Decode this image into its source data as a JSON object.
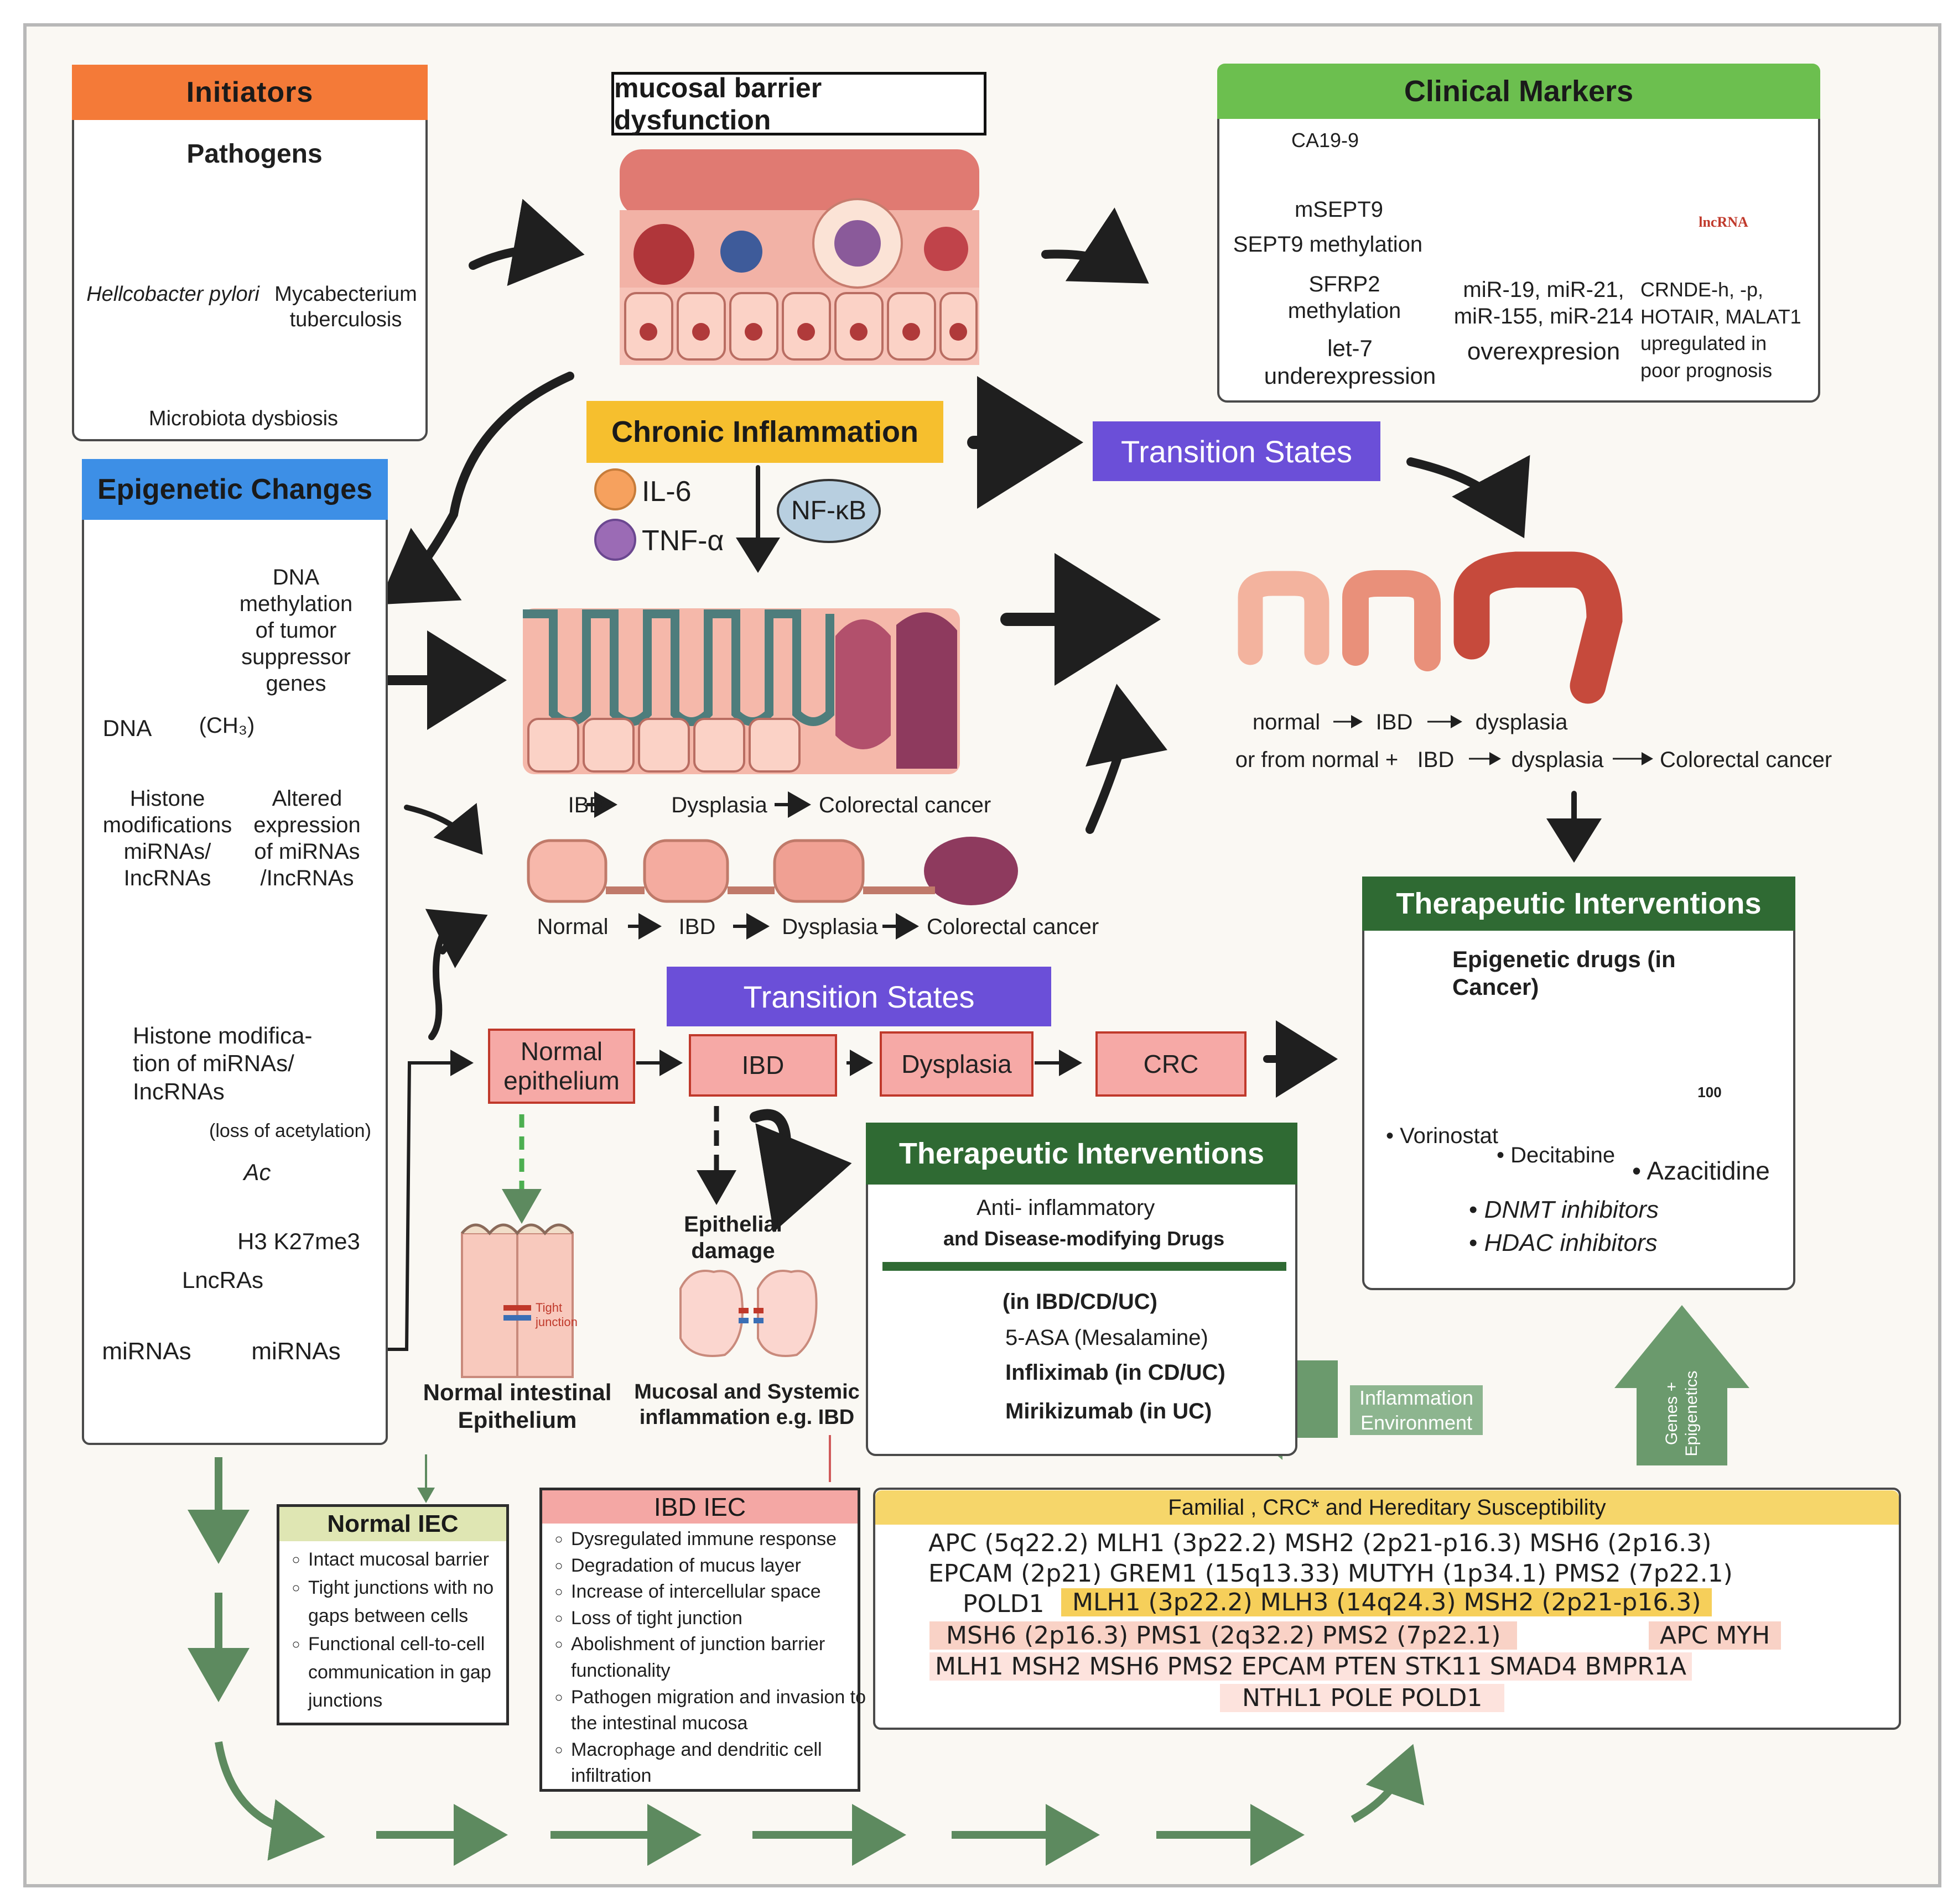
{
  "initiators": {
    "header": "Initiators",
    "pathogens_title": "Pathogens",
    "helicobacter": "Hellcobacter pylori",
    "mycobacterium": "Mycabecterium tuberculosis",
    "microbiota": "Microbiota dysbiosis"
  },
  "barrier": {
    "title": "mucosal barrier dysfunction"
  },
  "clinical": {
    "header": "Clinical Markers",
    "ca199": "CA19-9",
    "msept9": "mSEPT9",
    "sept9": "SEPT9 methylation",
    "sfrp2": "SFRP2 methylation",
    "let7": "let-7 underexpression",
    "mirs": "miR-19, miR-21, miR-155, miR-214",
    "overexpr": "overexpresion",
    "lncrna_text": "CRNDE-h, -p, HOTAIR, MALAT1 upregulated in poor prognosis",
    "lncrna_tag": "lncRNA"
  },
  "epigenetic": {
    "header": "Epigenetic Changes",
    "dna_methylation": "DNA methylation of tumor suppressor genes",
    "dna": "DNA",
    "ch3": "(CH₃)",
    "histone_mod": "Histone modifications miRNAs/ IncRNAs",
    "altered_expr": "Altered expression of miRNAs /IncRNAs",
    "histone_mod2": "Histone modifica- tion of miRNAs/ IncRNAs",
    "loss_acetyl": "(loss of acetylation)",
    "ac": "Ac",
    "h3k27": "H3 K27me3",
    "lncrnas": "LncRAs",
    "mirnas_left": "miRNAs",
    "mirnas_right": "miRNAs"
  },
  "inflammation": {
    "header": "Chronic Inflammation",
    "il6": "IL-6",
    "tnf": "TNF-α",
    "nfkb": "NF-κB"
  },
  "transition_top": {
    "header": "Transition States"
  },
  "progression_labels": {
    "path1": [
      "IBD",
      "Dysplasia",
      "Colorectal cancer"
    ],
    "path2": [
      "Normal",
      "IBD",
      "Dysplasia",
      "Colorectal cancer"
    ],
    "colon_row1": [
      "normal",
      "IBD",
      "dysplasia"
    ],
    "colon_row2_prefix": "or from normal +",
    "colon_row2": [
      "IBD",
      "dysplasia",
      "Colorectal cancer"
    ]
  },
  "transition_mid": {
    "header": "Transition States",
    "normal": "Normal epithelium",
    "ibd": "IBD",
    "dysplasia": "Dysplasia",
    "crc": "CRC"
  },
  "middle_figs": {
    "tight": "Tight junction",
    "normal_epi": "Normal intestinal Epithelium",
    "epi_damage": "Epithelial damage",
    "mucosal": "Mucosal and Systemic inflammation e.g. IBD"
  },
  "therapy_mid": {
    "header": "Therapeutic Interventions",
    "anti": "Anti- inflammatory",
    "dmd": "and Disease-modifying Drugs",
    "in_ibd": "(in IBD/CD/UC)",
    "asa": "5-ASA (Mesalamine)",
    "infliximab": "Infliximab (in CD/UC)",
    "mirikizumab": "Mirikizumab (in UC)"
  },
  "therapy_right": {
    "header": "Therapeutic Interventions",
    "epi_drugs": "Epigenetic drugs (in Cancer)",
    "vorinostat": "• Vorinostat",
    "decitabine": "• Decitabine",
    "azacitidine": "• Azacitidine",
    "dnmt": "DNMT inhibitors",
    "hdac": "HDAC inhibitors",
    "vial_name": "Azacitidine",
    "vial_dose": "100"
  },
  "env_arrows": {
    "inflammation": "Inflammation Environment",
    "genes": "Genes + Epigenetics"
  },
  "normal_iec": {
    "header": "Normal IEC",
    "items": [
      "Intact mucosal barrier",
      "Tight junctions with no gaps between cells",
      "Functional cell-to-cell communication in gap junctions"
    ]
  },
  "ibd_iec": {
    "header": "IBD IEC",
    "items": [
      "Dysregulated immune response",
      "Degradation of mucus layer",
      "Increase of intercellular space",
      "Loss of tight junction",
      "Abolishment of junction barrier functionality",
      "Pathogen migration and invasion to the intestinal mucosa",
      "Macrophage and dendritic cell infiltration"
    ]
  },
  "familial": {
    "header": "Familial , CRC* and Hereditary Susceptibility",
    "row1": "APC (5q22.2)  MLH1 (3p22.2) MSH2 (2p21-p16.3)  MSH6 (2p16.3)",
    "row2": "EPCAM (2p21)  GREM1 (15q13.33)  MUTYH (1p34.1)  PMS2 (7p22.1)",
    "row3a": "POLD1",
    "row3b": "MLH1 (3p22.2) MLH3 (14q24.3) MSH2 (2p21-p16.3)",
    "row4a": "MSH6 (2p16.3)  PMS1 (2q32.2)  PMS2 (7p22.1)",
    "row4b": "APC  MYH",
    "row5": "MLH1 MSH2 MSH6 PMS2 EPCAM PTEN STK11 SMAD4 BMPR1A",
    "row6": "NTHL1  POLE  POLD1"
  },
  "colors": {
    "orange": "#f47a38",
    "clinical_green": "#6cbf4f",
    "blue": "#3d8fe6",
    "yellow": "#f6bf2e",
    "purple": "#6b4fd8",
    "dark_green": "#2f6a33",
    "arrow_green": "#5d8a5f"
  }
}
